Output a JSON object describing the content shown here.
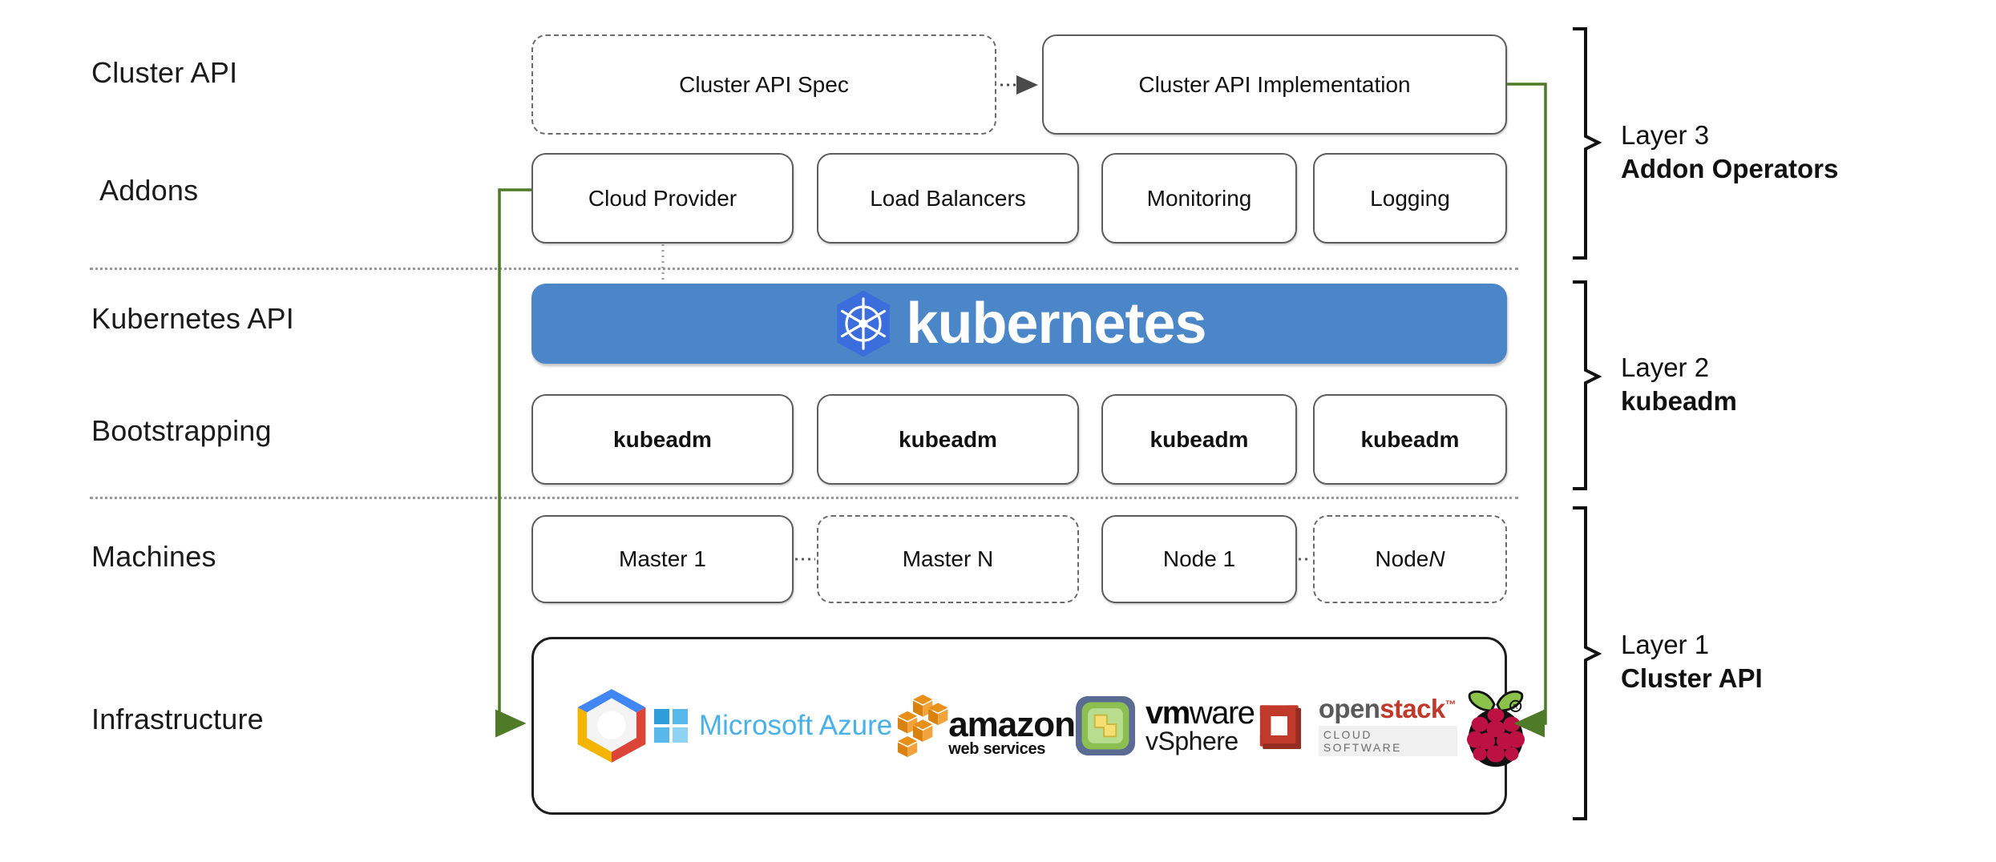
{
  "diagram": {
    "title": "Kubernetes Cluster API layered architecture",
    "accent_green": "#4f7a28",
    "k8s_blue": "#4a86c8",
    "k8s_logo_blue": "#3b6ddc"
  },
  "row_labels": [
    {
      "id": "cluster-api",
      "text": "Cluster API"
    },
    {
      "id": "addons",
      "text": "Addons"
    },
    {
      "id": "kubernetes-api",
      "text": "Kubernetes API"
    },
    {
      "id": "bootstrapping",
      "text": "Bootstrapping"
    },
    {
      "id": "machines",
      "text": "Machines"
    },
    {
      "id": "infrastructure",
      "text": "Infrastructure"
    }
  ],
  "cluster_api_row": {
    "spec": {
      "label": "Cluster API Spec",
      "style": "dashed"
    },
    "implementation": {
      "label": "Cluster API Implementation",
      "style": "solid"
    },
    "connector": "dotted-arrow-right"
  },
  "addons_row": {
    "boxes": [
      {
        "label": "Cloud Provider"
      },
      {
        "label": "Load Balancers"
      },
      {
        "label": "Monitoring"
      },
      {
        "label": "Logging"
      }
    ]
  },
  "kubernetes_banner": {
    "wordmark": "kubernetes",
    "logo_name": "kubernetes-helm-wheel-icon"
  },
  "bootstrapping_row": {
    "boxes": [
      {
        "label": "kubeadm"
      },
      {
        "label": "kubeadm"
      },
      {
        "label": "kubeadm"
      },
      {
        "label": "kubeadm"
      }
    ]
  },
  "machines_row": {
    "boxes": [
      {
        "label": "Master 1",
        "style": "solid",
        "italic_suffix": ""
      },
      {
        "label": "Master N",
        "style": "dashed",
        "italic_suffix": ""
      },
      {
        "label": "Node 1",
        "style": "solid",
        "italic_suffix": ""
      },
      {
        "label": "Node ",
        "style": "dashed",
        "italic_suffix": "N"
      }
    ]
  },
  "infrastructure_row": {
    "providers": [
      {
        "name": "google-cloud-platform-logo",
        "label": "Google Cloud Platform"
      },
      {
        "name": "microsoft-azure-logo",
        "label": "Microsoft Azure"
      },
      {
        "name": "amazon-web-services-logo",
        "label": "amazon",
        "sublabel": "web services"
      },
      {
        "name": "vmware-vsphere-logo",
        "label": "vm",
        "label2": "ware",
        "sublabel": "vSphere"
      },
      {
        "name": "openstack-logo",
        "label": "open",
        "label2": "stack",
        "sublabel": "CLOUD SOFTWARE"
      },
      {
        "name": "raspberry-pi-logo",
        "label": "Raspberry Pi"
      }
    ]
  },
  "layers": [
    {
      "id": "layer-3",
      "name": "Layer 3",
      "title": "Addon Operators"
    },
    {
      "id": "layer-2",
      "name": "Layer 2",
      "title": "kubeadm"
    },
    {
      "id": "layer-1",
      "name": "Layer 1",
      "title": "Cluster API"
    }
  ]
}
